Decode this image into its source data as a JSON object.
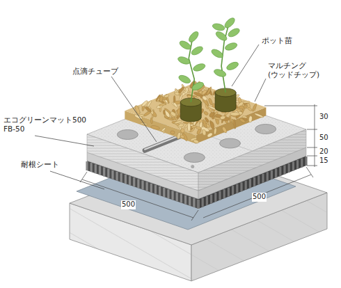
{
  "diagram": {
    "labels": [
      "ポット苗",
      "マルチング (ウッドチップ)",
      "点滴チューブ",
      "エコグリーンマット500 FB-50",
      "耐根シート",
      "30",
      "50",
      "20",
      "15",
      "500",
      "500"
    ]
  }
}
